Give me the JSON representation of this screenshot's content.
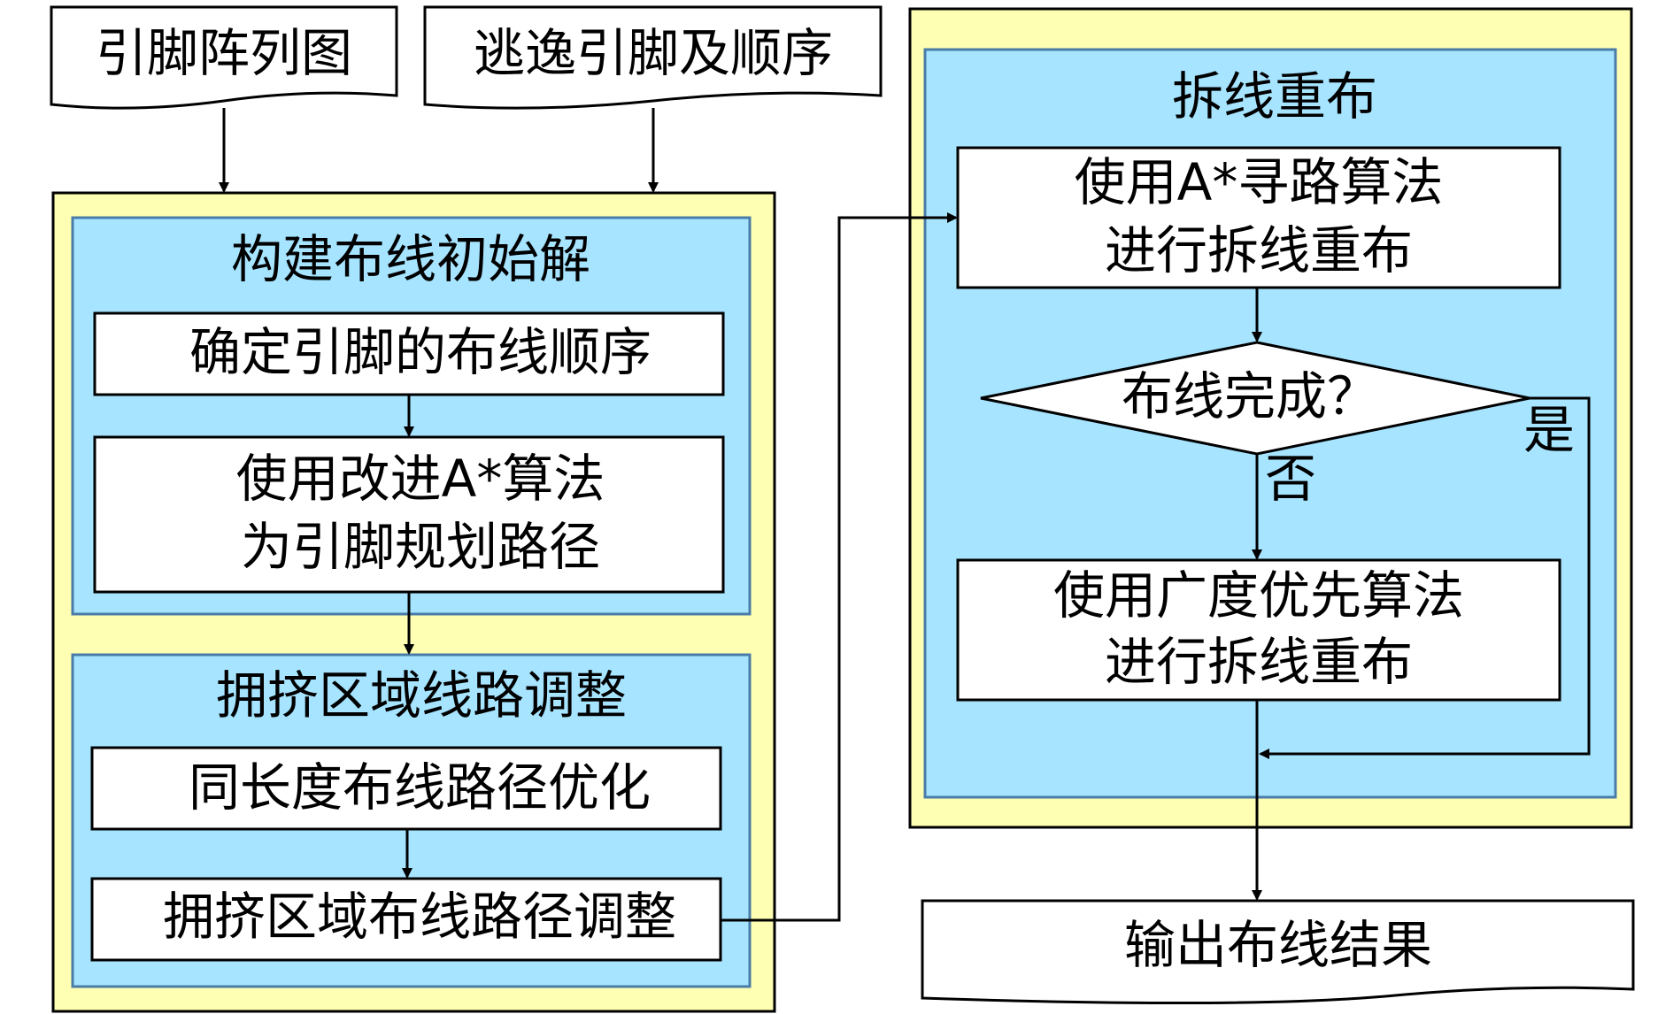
{
  "inputs": {
    "pin_array": "引脚阵列图",
    "escape_order": "逃逸引脚及顺序"
  },
  "initial": {
    "title": "构建布线初始解",
    "step1": "确定引脚的布线顺序",
    "step2_line1": "使用改进A*算法",
    "step2_line2": "为引脚规划路径"
  },
  "congestion": {
    "title": "拥挤区域线路调整",
    "step1": "同长度布线路径优化",
    "step2": "拥挤区域布线路径调整"
  },
  "reroute": {
    "title": "拆线重布",
    "astar_line1": "使用A*寻路算法",
    "astar_line2": "进行拆线重布",
    "decision": "布线完成？",
    "yes": "是",
    "no": "否",
    "bfs_line1": "使用广度优先算法",
    "bfs_line2": "进行拆线重布"
  },
  "output": {
    "result": "输出布线结果"
  },
  "colors": {
    "outer_fill": "#FFFFB3",
    "inner_fill": "#A6E4FF",
    "inner_stroke": "#4A7CA8",
    "box_fill": "#FFFFFF",
    "line": "#000000"
  }
}
